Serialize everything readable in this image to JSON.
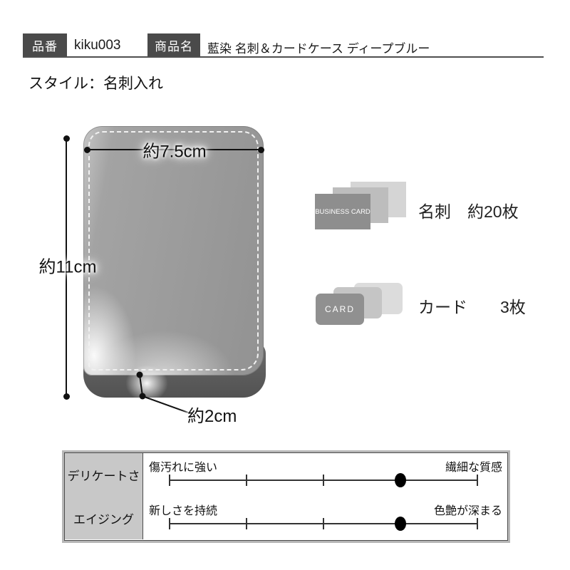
{
  "header": {
    "item_no_label": "品番",
    "item_no_value": "kiku003",
    "name_label": "商品名",
    "name_value": "藍染 名刺＆カードケース ディープブルー"
  },
  "style_line": "スタイル：名刺入れ",
  "diagram": {
    "width_label": "約7.5cm",
    "height_label": "約11cm",
    "depth_label": "約2cm"
  },
  "capacity": [
    {
      "card_text": "BUSINESS CARD",
      "label": "名刺　約20枚"
    },
    {
      "card_text": "CARD",
      "label": "カード　　3枚"
    }
  ],
  "spec_table": {
    "rows": [
      {
        "name": "デリケートさ",
        "left": "傷汚れに強い",
        "right": "繊細な質感",
        "dot_position": 0.75
      },
      {
        "name": "エイジング",
        "left": "新しさを持続",
        "right": "色艶が深まる",
        "dot_position": 0.75
      }
    ]
  },
  "colors": {
    "header_box": "#4a4a4a",
    "case_front": "#9b9b9b",
    "case_spine": "#5d5d5d",
    "table_label_bg": "#c8c8c8",
    "dot": "#000000"
  }
}
